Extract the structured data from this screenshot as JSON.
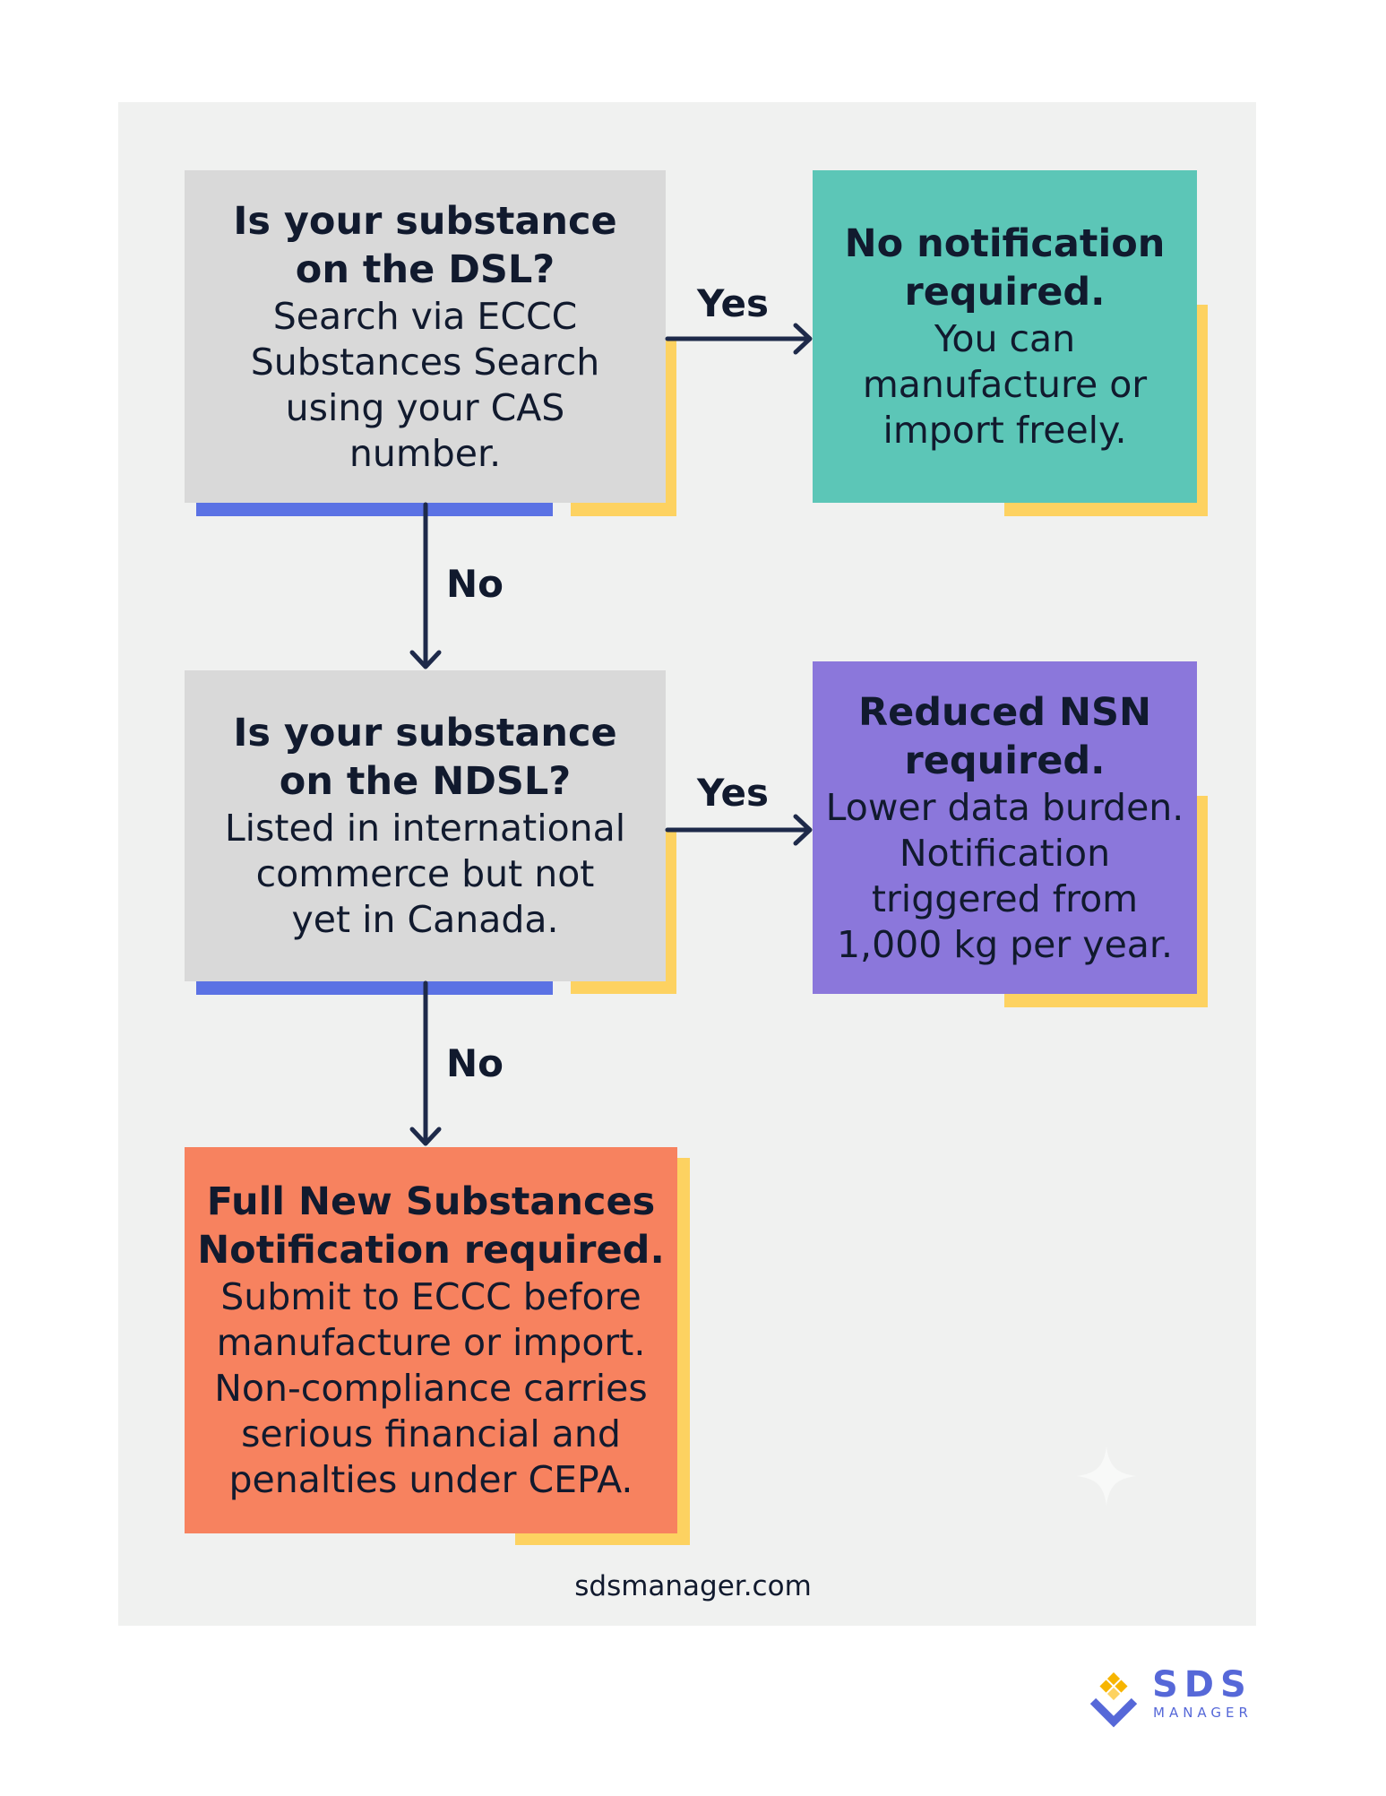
{
  "nodes": {
    "dsl_question": {
      "title": "Is your substance\non the DSL?",
      "body": "Search via ECCC\nSubstances Search\nusing your CAS\nnumber."
    },
    "no_notification": {
      "title": "No notification\nrequired.",
      "body": "You can\nmanufacture or\nimport freely."
    },
    "ndsl_question": {
      "title": "Is your substance\non the NDSL?",
      "body": "Listed in international\ncommerce but not\nyet in Canada."
    },
    "reduced_nsn": {
      "title": "Reduced NSN\nrequired.",
      "body": "Lower data burden.\nNotification\ntriggered from\n1,000 kg per year."
    },
    "full_nsn": {
      "title": "Full New Substances\nNotification required.",
      "body": "Submit to ECCC before\nmanufacture or import.\nNon-compliance carries\nserious financial and\npenalties under CEPA."
    }
  },
  "edges": {
    "dsl_yes": "Yes",
    "dsl_no": "No",
    "ndsl_yes": "Yes",
    "ndsl_no": "No"
  },
  "footer": {
    "url": "sdsmanager.com"
  },
  "logo": {
    "name": "SDS",
    "sub": "MANAGER"
  },
  "colors": {
    "panel": "#f0f1f0",
    "question_box": "#d9d9d9",
    "no_notification_box": "#5cc6b7",
    "reduced_nsn_box": "#8b77db",
    "full_nsn_box": "#f7825f",
    "accent_yellow": "#fdd261",
    "accent_blue": "#5b72e4",
    "arrow": "#1e2a4a",
    "logo": "#5668d8"
  }
}
